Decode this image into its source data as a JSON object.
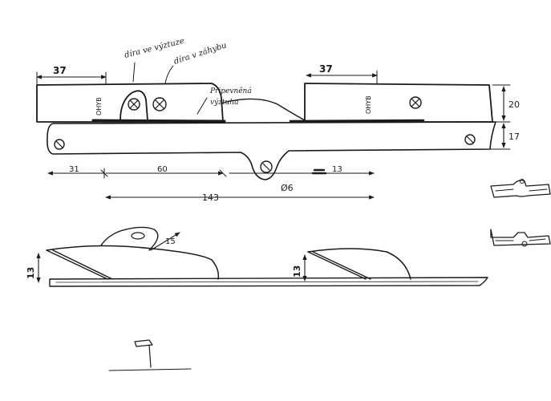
{
  "drawing": {
    "notes": {
      "hole_in_bulge": "díra ve výztuze",
      "hole_in_fold": "díra v záhybu",
      "attached_strap_line1": "Připevněná",
      "attached_strap_line2": "výztuha"
    },
    "vertical_labels": {
      "left_fold": "OHYB",
      "right_fold": "OHYB"
    },
    "dimensions": {
      "top_left_width": "37",
      "top_right_width": "37",
      "right_height_upper": "20",
      "right_height_lower": "17",
      "seg_left": "31",
      "seg_mid": "60",
      "seg_right": "13",
      "hole_diameter": "Ø6",
      "span_total": "143",
      "side_left_height": "13",
      "side_right_height": "13",
      "side_angle": "15"
    }
  }
}
